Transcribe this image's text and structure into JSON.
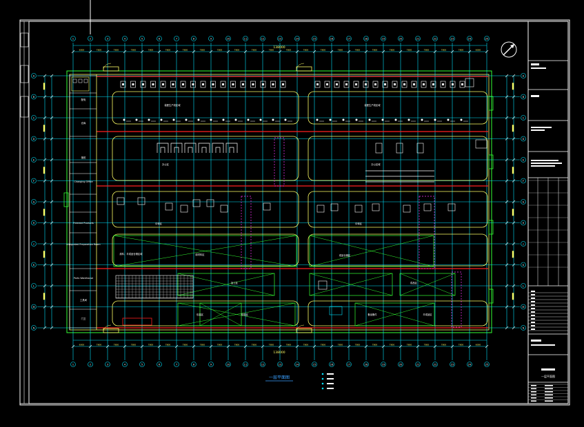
{
  "drawing": {
    "view_title": "一层平面图",
    "legend_items": [
      "",
      "",
      "",
      ""
    ],
    "grid": {
      "columns": [
        "1",
        "2",
        "3",
        "4",
        "5",
        "6",
        "7",
        "8",
        "9",
        "10",
        "11",
        "12",
        "13",
        "14",
        "15",
        "16",
        "17",
        "18",
        "19",
        "20",
        "21",
        "22",
        "23",
        "24",
        "25"
      ],
      "rows": [
        "A",
        "B",
        "C",
        "D",
        "E",
        "F",
        "G",
        "H",
        "J",
        "K",
        "L",
        "M",
        "N"
      ]
    },
    "dimensions": {
      "total_top": "138000",
      "total_bottom": "138000",
      "bays_top": [
        "6000",
        "7800",
        "7800",
        "7800",
        "7800",
        "7800",
        "7800",
        "7800",
        "7800",
        "7800",
        "7800",
        "7800",
        "7800",
        "7800",
        "7800",
        "7800",
        "7800",
        "7800",
        "7800",
        "7800",
        "7800",
        "7800",
        "7800",
        "6000"
      ],
      "bays_bottom": [
        "6000",
        "7800",
        "7800",
        "7800",
        "7800",
        "7800",
        "7800",
        "7800",
        "7800",
        "7800",
        "7800",
        "7800",
        "7800",
        "7800",
        "7800",
        "7800",
        "7800",
        "7800",
        "7800",
        "7800",
        "7800",
        "7800",
        "7800",
        "6000"
      ]
    },
    "rooms_left": [
      {
        "id": "r1",
        "label": ""
      },
      {
        "id": "r2",
        "label": "配电"
      },
      {
        "id": "r3",
        "label": "仓库"
      },
      {
        "id": "r4",
        "label": "值班"
      },
      {
        "id": "r5",
        "label": "Changing Office"
      },
      {
        "id": "r6",
        "label": ""
      },
      {
        "id": "r7",
        "label": "Finished Products"
      },
      {
        "id": "r8",
        "label": "Integrated Preparation Room"
      },
      {
        "id": "r9",
        "label": "Parts Warehouse"
      },
      {
        "id": "r10",
        "label": "工具间"
      },
      {
        "id": "r11",
        "label": "门卫"
      }
    ],
    "zones": [
      {
        "id": "z1",
        "label": "装配生产线区域"
      },
      {
        "id": "z2",
        "label": "装配生产线区域"
      },
      {
        "id": "z3",
        "label": "办公区"
      },
      {
        "id": "z4",
        "label": "办公区域"
      },
      {
        "id": "z5",
        "label": "中转区"
      },
      {
        "id": "z6",
        "label": "中转区"
      },
      {
        "id": "z7",
        "label": "原料、半成品仓储区域"
      },
      {
        "id": "z8",
        "label": "成品仓储区"
      },
      {
        "id": "z9",
        "label": "原材料区"
      },
      {
        "id": "z10",
        "label": "加工区"
      },
      {
        "id": "z11",
        "label": "成品区"
      },
      {
        "id": "z12",
        "label": "包装区"
      },
      {
        "id": "z13",
        "label": "检验区"
      },
      {
        "id": "z14",
        "label": "备品备件"
      },
      {
        "id": "z15",
        "label": "半成品区"
      }
    ],
    "title_block": {
      "rows": [
        "",
        "",
        "",
        "",
        "",
        "",
        ""
      ],
      "drawing_name": "一层平面图",
      "company": ""
    },
    "colors": {
      "background": "#000000",
      "grid": "#00e5ff",
      "walls": "#ffff66",
      "red": "#ff2020",
      "green": "#33ff33",
      "white": "#ffffff",
      "magenta": "#ff33ff",
      "blue": "#3aa0ff"
    }
  }
}
